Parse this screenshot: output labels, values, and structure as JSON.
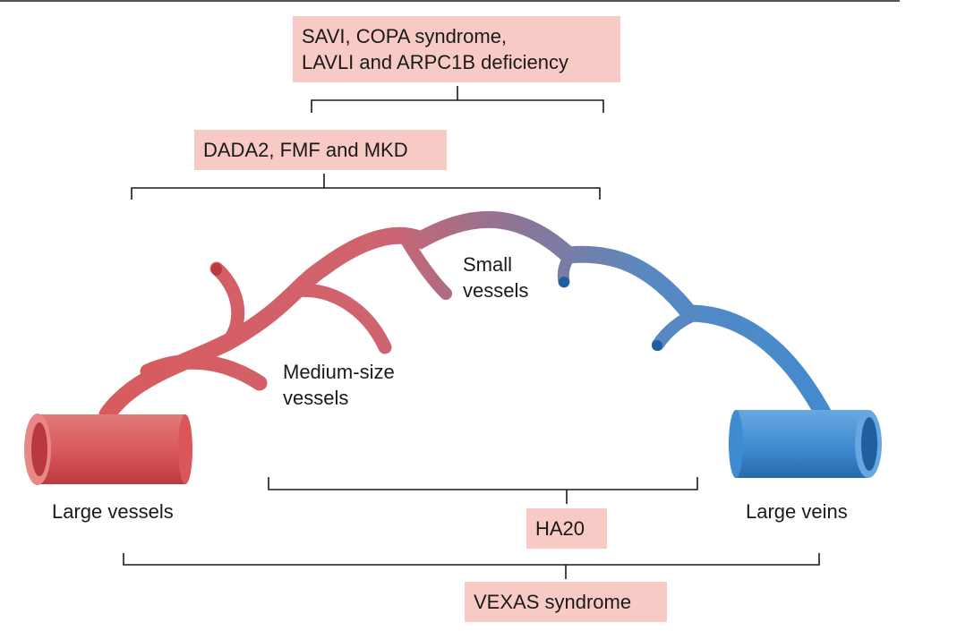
{
  "groups": {
    "savi": {
      "lines": [
        "SAVI, COPA syndrome,",
        "LAVLI and ARPC1B deficiency"
      ]
    },
    "dada2": {
      "lines": [
        "DADA2, FMF and MKD"
      ]
    },
    "ha20": {
      "lines": [
        "HA20"
      ]
    },
    "vexas": {
      "lines": [
        "VEXAS syndrome"
      ]
    }
  },
  "vessels": {
    "large_vessels": "Large vessels",
    "medium_size": [
      "Medium-size",
      "vessels"
    ],
    "small": [
      "Small",
      "vessels"
    ],
    "large_veins": "Large veins"
  },
  "colors": {
    "box_fill": "#f8cac6",
    "artery": "#d9575a",
    "artery_dark": "#b9393e",
    "vein": "#3f8bd1",
    "vein_dark": "#1f5f9e",
    "bracket": "#1a1a1a"
  }
}
